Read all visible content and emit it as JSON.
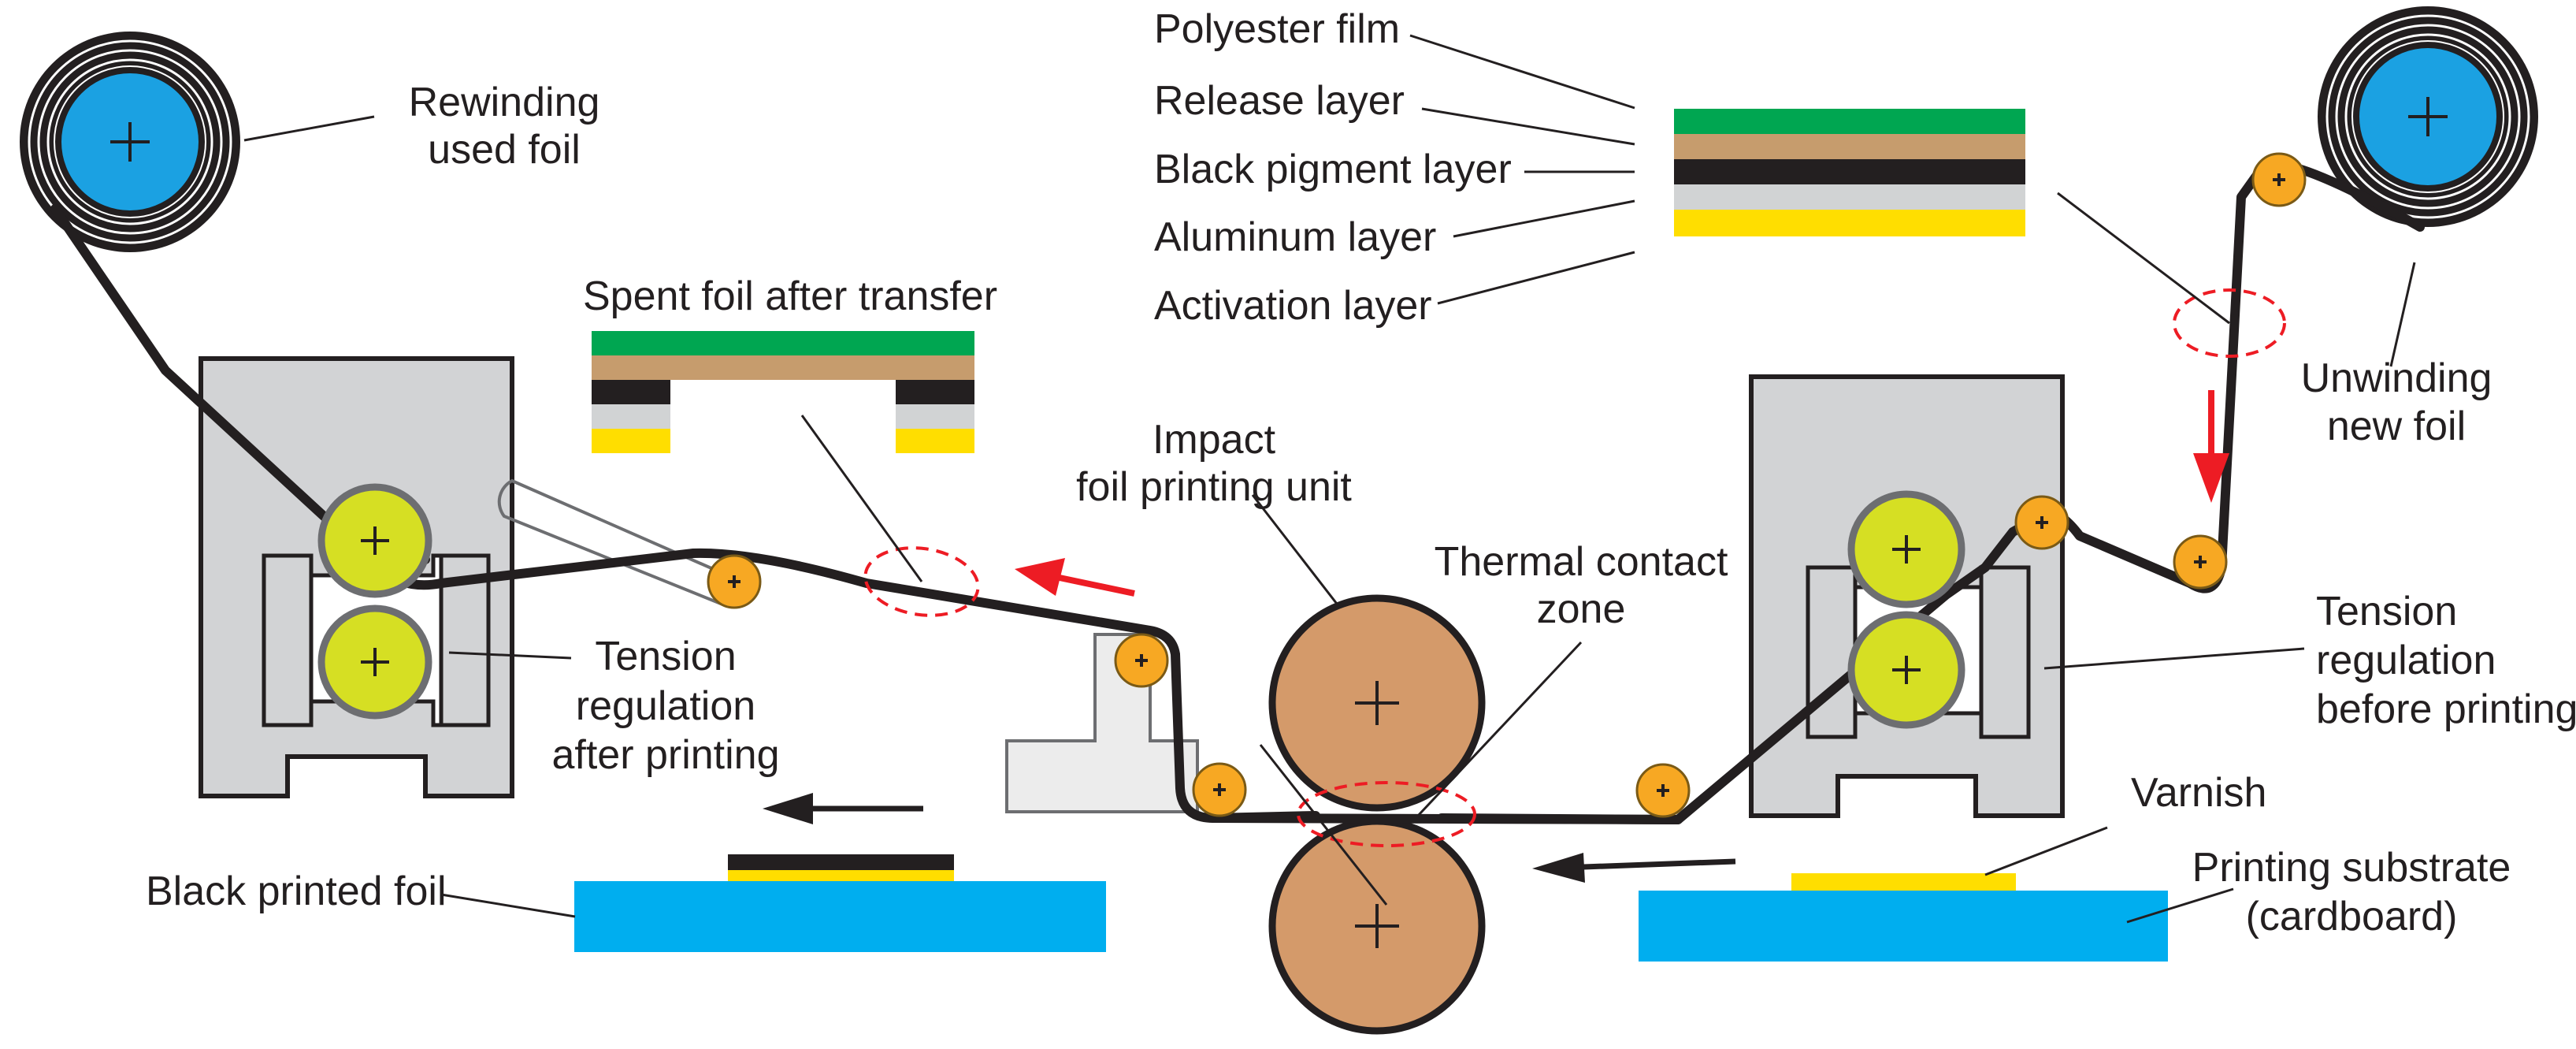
{
  "labels": {
    "rewinding": [
      "Rewinding",
      "used foil"
    ],
    "unwinding": [
      "Unwinding",
      "new foil"
    ],
    "polyester": "Polyester film",
    "release": "Release layer",
    "black_pigment": "Black pigment layer",
    "aluminum": "Aluminum layer",
    "activation": "Activation layer",
    "spent_foil": "Spent foil after transfer",
    "impact_unit": [
      "Impact",
      "foil printing unit"
    ],
    "thermal_contact": [
      "Thermal contact",
      "zone"
    ],
    "tension_after": [
      "Tension",
      "regulation",
      "after printing"
    ],
    "tension_before": [
      "Tension",
      "regulation",
      "before printing"
    ],
    "varnish": "Varnish",
    "substrate": [
      "Printing substrate",
      "(cardboard)"
    ],
    "black_printed": "Black printed foil"
  },
  "colors": {
    "polyester": "#00a651",
    "release": "#c69c6d",
    "black_pigment": "#231f20",
    "aluminum": "#d1d3d4",
    "activation": "#ffde00",
    "substrate": "#00aeef",
    "spool_core": "#1ba1e2",
    "tension_roller": "#d6df23",
    "idler_roller": "#f7a823",
    "impact_drum": "#d49a6a",
    "frame": "#d2d3d5",
    "direction_arrow_new": "#ed1c24",
    "direction_arrow_substrate": "#231f20"
  }
}
